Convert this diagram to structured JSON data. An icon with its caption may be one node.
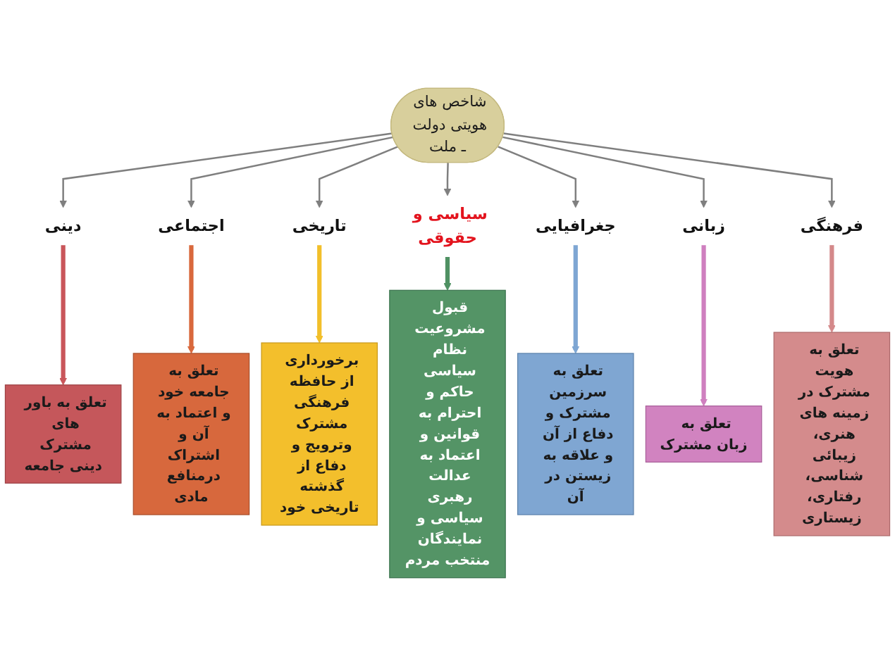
{
  "diagram": {
    "nodes": [
      {
        "text": [
          "شاخص های هویتی دولت ـ ملت"
        ]
      },
      {
        "text": [
          "دینی"
        ]
      },
      {
        "text": [
          "اجتماعی"
        ]
      },
      {
        "text": [
          "تاریخی"
        ]
      },
      {
        "text": [
          "سیاسی و حقوقی"
        ]
      },
      {
        "text": [
          "جغرافیایی"
        ]
      },
      {
        "text": [
          "زبانی"
        ]
      },
      {
        "text": [
          "فرهنگی"
        ]
      },
      {
        "text": [
          "تعلق به باور های مشترک دینی جامعه"
        ]
      },
      {
        "text": [
          "تعلق به جامعه خود و اعتماد به آن و اشتراک درمنافع مادی"
        ]
      },
      {
        "text": [
          "برخورداری از حافظه فرهنگی مشترک وترویج و دفاع از گذشته تاریخی خود"
        ]
      },
      {
        "text": [
          "قبول مشروعیت نظام سیاسی حاکم و احترام به قوانین و اعتماد به عدالت رهبری سیاسی و نمایندگان منتخب مردم"
        ]
      },
      {
        "text": [
          "تعلق به سرزمین مشترک و دفاع از آن و علاقه به زیستن در آن"
        ]
      },
      {
        "text": [
          "تعلق به زبان مشترک"
        ]
      },
      {
        "text": [
          "تعلق به هویت مشترک در زمینه های هنری، زیبائی شناسی، رفتاری، زیستاری"
        ]
      }
    ],
    "edges": [
      {
        "from": 0,
        "to": 1,
        "arrow": "to"
      },
      {
        "from": 0,
        "to": 2,
        "arrow": "to"
      },
      {
        "from": 0,
        "to": 3,
        "arrow": "to"
      },
      {
        "from": 0,
        "to": 4,
        "arrow": "to"
      },
      {
        "from": 0,
        "to": 5,
        "arrow": "to"
      },
      {
        "from": 0,
        "to": 6,
        "arrow": "to"
      },
      {
        "from": 0,
        "to": 7,
        "arrow": "to"
      },
      {
        "from": 1,
        "to": 8,
        "arrow": "to",
        "style": "thick",
        "color": "#c9565a"
      },
      {
        "from": 2,
        "to": 9,
        "arrow": "to",
        "style": "thick",
        "color": "#d9683c"
      },
      {
        "from": 3,
        "to": 10,
        "arrow": "to",
        "style": "thick",
        "color": "#f2bf2a"
      },
      {
        "from": 4,
        "to": 11,
        "arrow": "to",
        "style": "thick",
        "color": "#4f9163"
      },
      {
        "from": 5,
        "to": 12,
        "arrow": "to",
        "style": "thick",
        "color": "#7ea6d3"
      },
      {
        "from": 6,
        "to": 13,
        "arrow": "to",
        "style": "thick",
        "color": "#cf7fbf"
      },
      {
        "from": 7,
        "to": 14,
        "arrow": "to",
        "style": "thick",
        "color": "#d4898a"
      }
    ]
  }
}
